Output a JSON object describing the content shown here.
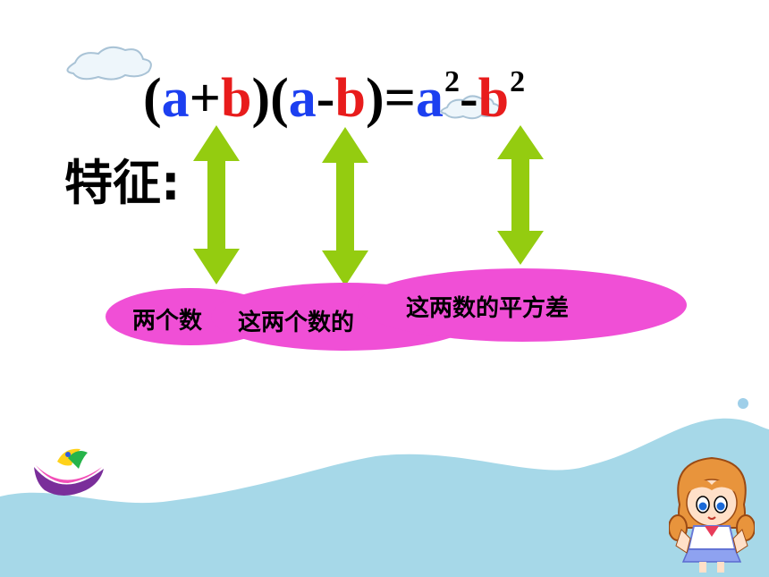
{
  "formula": {
    "open1": "(",
    "a1": "a",
    "plus": "+",
    "b1": "b",
    "close1": ")",
    "open2": "(",
    "a2": "a",
    "minus1": "-",
    "b2": "b",
    "close2": ")",
    "equals": "=",
    "a3": "a",
    "exp1": "2",
    "minus2": "-",
    "b3": "b",
    "exp2": "2"
  },
  "feature_label": "特征:",
  "bubbles": [
    {
      "text": "两个数"
    },
    {
      "text": "这两个数的"
    },
    {
      "text": "这两数的平方差"
    }
  ],
  "colors": {
    "a_letter": "#1c3ff0",
    "b_letter": "#e81c1c",
    "arrow": "#94cc10",
    "bubble": "#f04fd6",
    "wave": "#a6d8e8"
  }
}
